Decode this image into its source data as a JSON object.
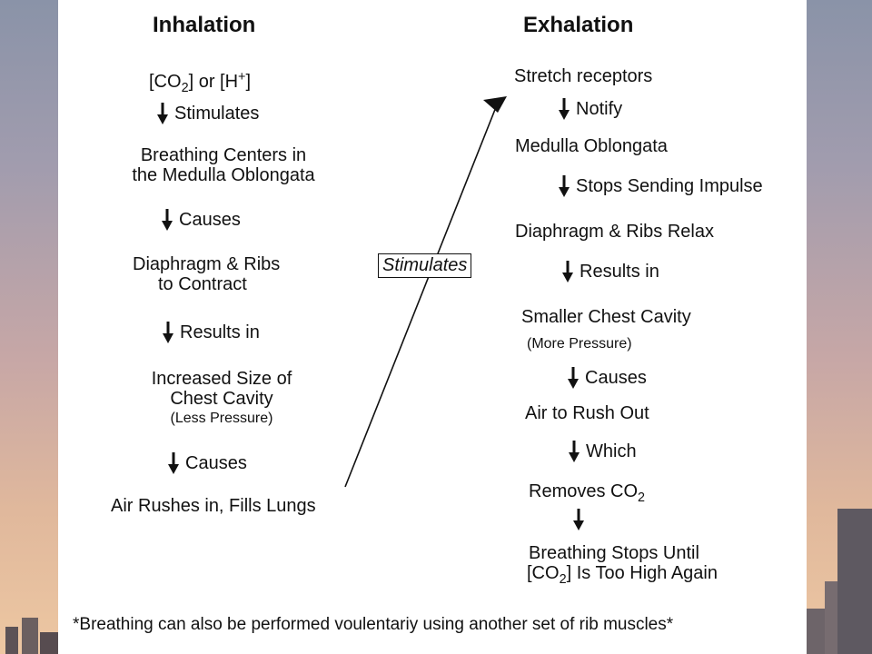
{
  "left_column": {
    "title": "Inhalation",
    "trigger_a": "[CO",
    "trigger_sub": "2",
    "trigger_b": "] or [H",
    "trigger_sup": "+",
    "trigger_c": "]",
    "step1_label": "Stimulates",
    "node2_line1": "Breathing Centers in",
    "node2_line2": "the Medulla Oblongata",
    "step2_label": "Causes",
    "node3_line1": "Diaphragm & Ribs",
    "node3_line2": "to Contract",
    "step3_label": "Results in",
    "node4_line1": "Increased Size of",
    "node4_line2": "Chest Cavity",
    "node4_note": "(Less Pressure)",
    "step4_label": "Causes",
    "node5": "Air Rushes in, Fills Lungs"
  },
  "connector": {
    "label": "Stimulates"
  },
  "right_column": {
    "title": "Exhalation",
    "node1": "Stretch receptors",
    "step1_label": "Notify",
    "node2": "Medulla Oblongata",
    "step2_label": "Stops Sending Impulse",
    "node3": "Diaphragm & Ribs Relax",
    "step3_label": "Results in",
    "node4": "Smaller Chest Cavity",
    "node4_note": "(More Pressure)",
    "step4_label": "Causes",
    "node5": "Air to Rush Out",
    "step5_label": "Which",
    "node6_a": "Removes CO",
    "node6_sub": "2",
    "node7_line1": "Breathing Stops Until",
    "node7_a": "[CO",
    "node7_sub": "2",
    "node7_b": "] Is Too High Again"
  },
  "footnote": "*Breathing can also be performed voulentariy using another set of rib muscles*"
}
